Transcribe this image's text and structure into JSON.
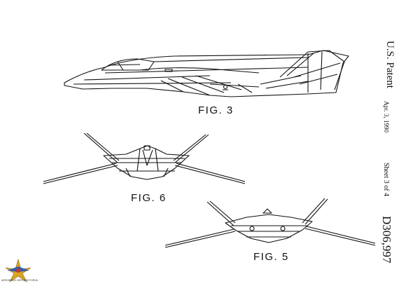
{
  "figures": {
    "fig3": "FIG. 3",
    "fig6": "FIG. 6",
    "fig5": "FIG. 5"
  },
  "margin": {
    "patent": "U.S. Patent",
    "date": "Apr. 3, 1990",
    "sheet": "Sheet 3 of 4",
    "number": "D306,997"
  },
  "watermark": {
    "text": "AEROSPACE DEFENSE FORUM",
    "colors": {
      "gold": "#d9a520",
      "blue": "#3a5ea8",
      "red": "#c0392b"
    }
  }
}
